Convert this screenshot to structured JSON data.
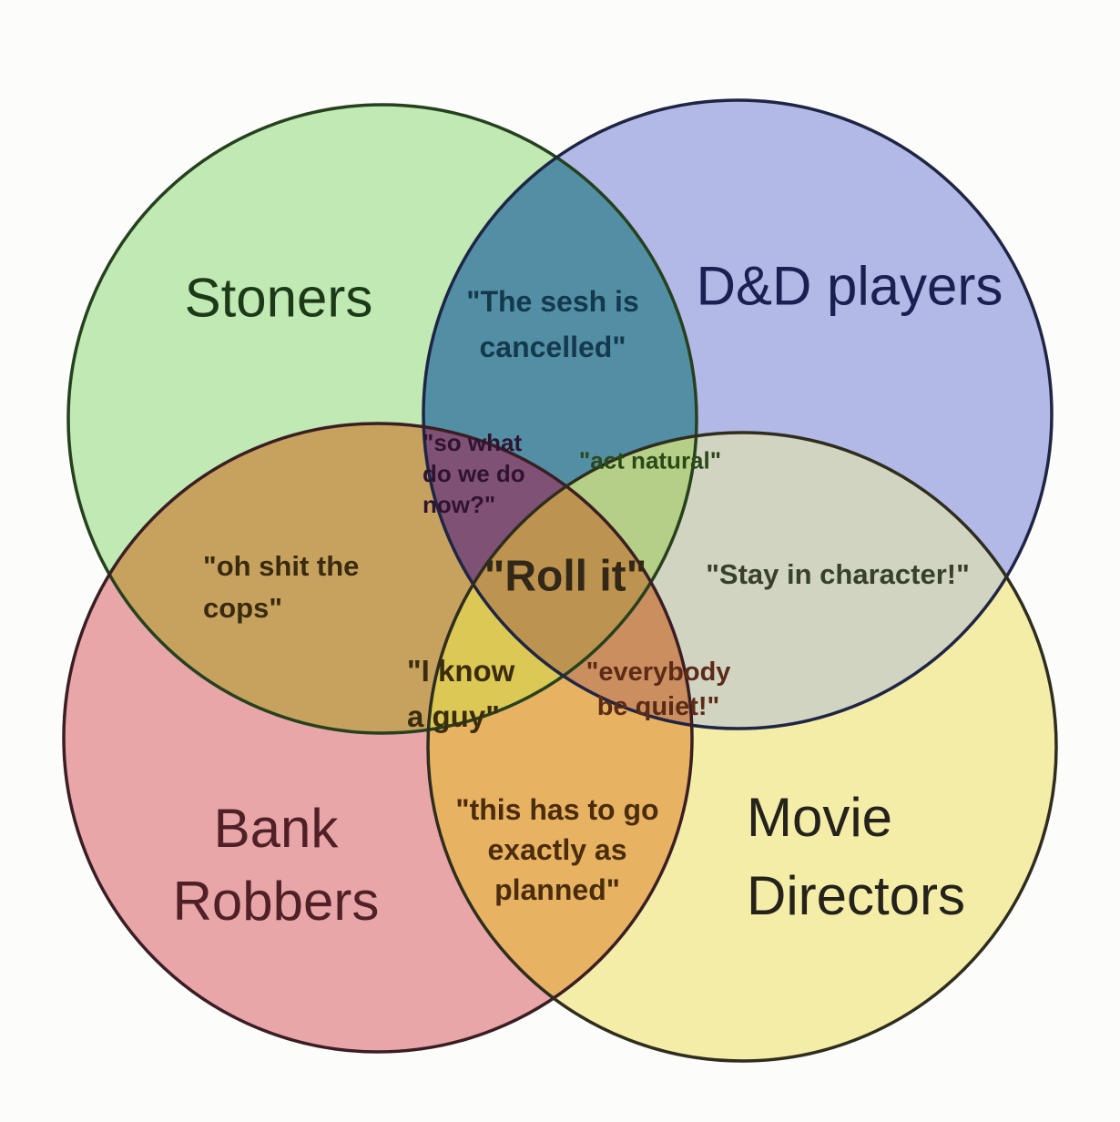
{
  "diagram": {
    "type": "venn",
    "background": "#fcfcfa",
    "sets": {
      "stoners": {
        "label": "Stoners",
        "fill": "#c1e9b4",
        "stroke": "#25411d"
      },
      "dnd": {
        "label": "D&D players",
        "fill": "#b2b9e6",
        "stroke": "#1f2544"
      },
      "bank": {
        "label": "Bank Robbers",
        "fill": "#e9a6a9",
        "stroke": "#3a1e24"
      },
      "movie": {
        "label": "Movie Directors",
        "fill": "#f4eda8",
        "stroke": "#2f2d1d"
      }
    },
    "regions": {
      "stoners_dnd": {
        "quote": "\"The sesh is cancelled\"",
        "fill": "#528ea4"
      },
      "stoners_bank": {
        "quote": "\"oh shit the cops\"",
        "fill": "#c6a25e"
      },
      "dnd_movie": {
        "quote": "\"Stay in character!\"",
        "fill": "#d2d4c2"
      },
      "bank_movie": {
        "quote": "\"this has to go exactly as planned\"",
        "fill": "#e7b261"
      },
      "stoners_dnd_bank": {
        "quote": "\"so what do we do now?\"",
        "fill": "#7f5275"
      },
      "stoners_dnd_movie": {
        "quote": "\"act natural\"",
        "fill": "#b5cf86"
      },
      "stoners_bank_movie": {
        "quote": "\"I know a guy\"",
        "fill": "#dcc854"
      },
      "dnd_bank_movie": {
        "quote": "\"everybody be quiet!\"",
        "fill": "#ca8e5f"
      },
      "all_four": {
        "quote": "\"Roll it\"",
        "fill": "#bc944f"
      }
    }
  },
  "labels": {
    "stoners": {
      "text": "Stoners"
    },
    "dnd": {
      "text": "D&D players"
    },
    "bank": {
      "lines": [
        "Bank",
        "Robbers"
      ]
    },
    "movie": {
      "lines": [
        "Movie",
        "Directors"
      ]
    },
    "sesh": {
      "lines": [
        "\"The sesh is",
        "cancelled\""
      ]
    },
    "so_what": {
      "lines": [
        "\"so what",
        "do we do",
        "now?\""
      ]
    },
    "act_natural": {
      "text": "\"act natural\""
    },
    "oh_shit": {
      "lines": [
        "\"oh shit the",
        "cops\""
      ]
    },
    "roll_it": {
      "text": "\"Roll it\""
    },
    "stay": {
      "text": "\"Stay in character!\""
    },
    "i_know": {
      "lines": [
        "\"I know",
        "a guy\""
      ]
    },
    "everybody": {
      "lines": [
        "\"everybody",
        "be quiet!\""
      ]
    },
    "planned": {
      "lines": [
        "\"this has to go",
        "exactly as",
        "planned\""
      ]
    }
  }
}
